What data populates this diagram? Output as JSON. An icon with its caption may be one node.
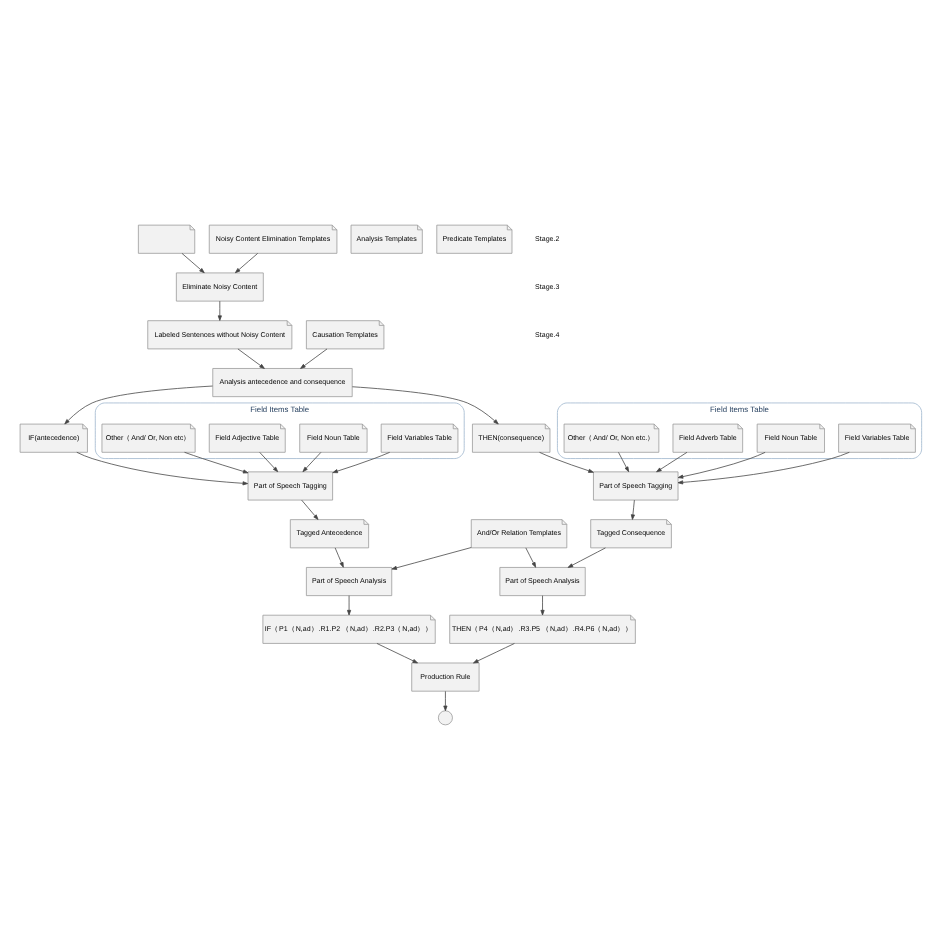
{
  "diagram": {
    "nodes": [
      {
        "text": [],
        "shape": "document"
      },
      {
        "text": [
          "Eliminate Noisy Content"
        ]
      },
      {
        "text": [
          "Noisy Content Elimination Templates"
        ]
      },
      {
        "text": [
          "Labeled Sentences without Noisy Content"
        ]
      },
      {
        "text": [
          "Analysis antecedence and consequence"
        ]
      },
      {
        "text": [
          "Causation Templates"
        ]
      },
      {
        "text": [
          "Field Items Table"
        ]
      },
      {
        "text": [
          "Field Variables Table"
        ],
        "in": 6
      },
      {
        "text": [
          "Field Noun Table"
        ],
        "in": 6
      },
      {
        "text": [
          "Field Adjective Table"
        ],
        "in": 6
      },
      {
        "text": [
          "Other（And/ Or, Non etc）"
        ],
        "in": 6
      },
      {
        "text": [
          "IF(antecedence)"
        ]
      },
      {
        "text": [
          "Part of Speech Tagging"
        ]
      },
      {
        "text": [
          "Tagged Antecedence"
        ]
      },
      {
        "text": [
          "Part of Speech Analysis"
        ]
      },
      {
        "text": [
          "THEN(consequence)"
        ]
      },
      {
        "text": [
          "Part of Speech Tagging"
        ]
      },
      {
        "text": [
          "Tagged Consequence"
        ]
      },
      {
        "text": [
          "Part of Speech Analysis"
        ]
      },
      {
        "text": [
          "Field Items Table"
        ]
      },
      {
        "text": [
          "Field Variables Table"
        ],
        "in": 19
      },
      {
        "text": [
          "Field Noun Table"
        ],
        "in": 19
      },
      {
        "text": [
          "Field Adverb Table"
        ],
        "in": 19
      },
      {
        "text": [
          "Other（And/ Or, Non etc.）"
        ],
        "in": 19
      },
      {
        "text": [
          "Analysis Templates"
        ]
      },
      {
        "text": [
          "And/Or Relation Templates"
        ]
      },
      {
        "text": [
          "Predicate Templates"
        ]
      },
      {
        "text": [
          "IF（P1（N,ad）.R1.P2 （N,ad）.R2.P3（N,ad））"
        ]
      },
      {
        "text": [
          "THEN（P4（N,ad）.R3.P5 （N,ad）.R4.P6（N,ad））"
        ]
      },
      {
        "text": [
          "Production Rule"
        ]
      },
      {
        "text": [],
        "shape": "circle"
      }
    ],
    "edges": [
      {
        "from": 0,
        "to": 1,
        "arrow": "to"
      },
      {
        "from": 2,
        "to": 1,
        "arrow": "to"
      },
      {
        "from": 1,
        "to": 3,
        "arrow": "to"
      },
      {
        "from": 3,
        "to": 4,
        "arrow": "to"
      },
      {
        "from": 5,
        "to": 4,
        "arrow": "to"
      },
      {
        "from": 4,
        "to": 11,
        "arrow": "to"
      },
      {
        "from": 4,
        "to": 15,
        "arrow": "to"
      },
      {
        "from": 11,
        "to": 12,
        "arrow": "to"
      },
      {
        "from": 7,
        "to": 12,
        "arrow": "to"
      },
      {
        "from": 8,
        "to": 12,
        "arrow": "to"
      },
      {
        "from": 9,
        "to": 12,
        "arrow": "to"
      },
      {
        "from": 10,
        "to": 12,
        "arrow": "to"
      },
      {
        "from": 12,
        "to": 13,
        "arrow": "to"
      },
      {
        "from": 13,
        "to": 14,
        "arrow": "to"
      },
      {
        "from": 15,
        "to": 16,
        "arrow": "to"
      },
      {
        "from": 20,
        "to": 16,
        "arrow": "to"
      },
      {
        "from": 21,
        "to": 16,
        "arrow": "to"
      },
      {
        "from": 22,
        "to": 16,
        "arrow": "to"
      },
      {
        "from": 23,
        "to": 16,
        "arrow": "to"
      },
      {
        "from": 16,
        "to": 17,
        "arrow": "to"
      },
      {
        "from": 17,
        "to": 18,
        "arrow": "to"
      },
      {
        "from": 25,
        "to": 14,
        "arrow": "to"
      },
      {
        "from": 25,
        "to": 18,
        "arrow": "to"
      },
      {
        "from": 14,
        "to": 27,
        "arrow": "to"
      },
      {
        "from": 18,
        "to": 28,
        "arrow": "to"
      },
      {
        "from": 27,
        "to": 29,
        "arrow": "to"
      },
      {
        "from": 28,
        "to": 29,
        "arrow": "to"
      },
      {
        "from": 29,
        "to": 30,
        "arrow": "to"
      }
    ],
    "labels": [
      "Stage.2",
      "Stage.3",
      "Stage.4"
    ]
  }
}
